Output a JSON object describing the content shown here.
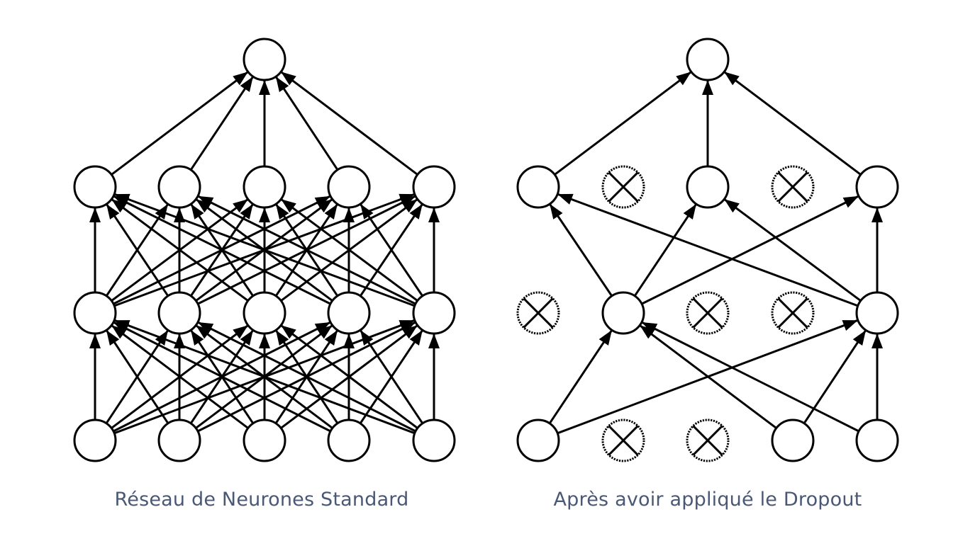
{
  "panels": [
    {
      "caption": "Réseau de Neurones Standard",
      "layers": [
        {
          "name": "input",
          "units": 5,
          "active": [
            1,
            1,
            1,
            1,
            1
          ]
        },
        {
          "name": "hidden1",
          "units": 5,
          "active": [
            1,
            1,
            1,
            1,
            1
          ]
        },
        {
          "name": "hidden2",
          "units": 5,
          "active": [
            1,
            1,
            1,
            1,
            1
          ]
        },
        {
          "name": "output",
          "units": 1,
          "active": [
            1
          ]
        }
      ]
    },
    {
      "caption": "Après avoir appliqué le Dropout",
      "layers": [
        {
          "name": "input",
          "units": 5,
          "active": [
            1,
            0,
            0,
            1,
            1
          ]
        },
        {
          "name": "hidden1",
          "units": 5,
          "active": [
            0,
            1,
            0,
            0,
            1
          ]
        },
        {
          "name": "hidden2",
          "units": 5,
          "active": [
            1,
            0,
            1,
            0,
            1
          ]
        },
        {
          "name": "output",
          "units": 1,
          "active": [
            1
          ]
        }
      ]
    }
  ],
  "colors": {
    "stroke": "#000000",
    "node_fill": "#ffffff",
    "caption": "#4a5875"
  }
}
